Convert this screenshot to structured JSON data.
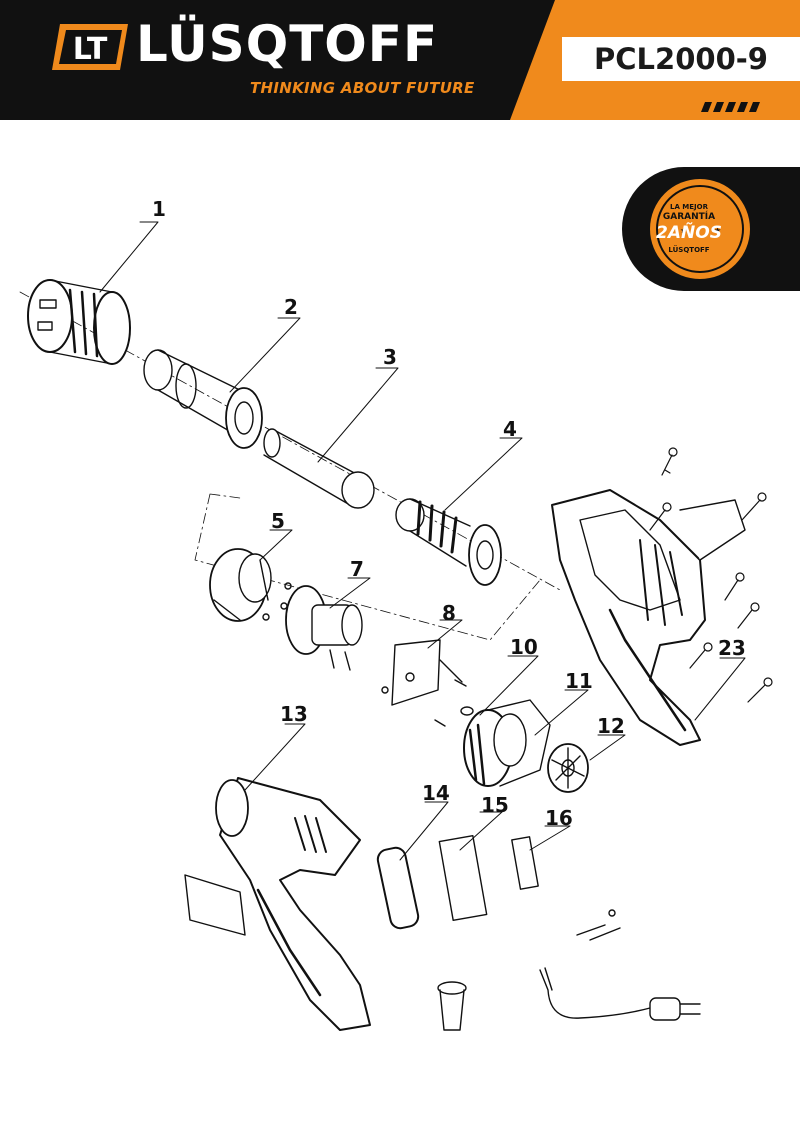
{
  "header": {
    "logo_mark": "LT",
    "brand": "LÜSQTOFF",
    "tagline": "THINKING ABOUT FUTURE",
    "model": "PCL2000-9",
    "colors": {
      "dark": "#111111",
      "accent": "#f08a1c",
      "white": "#ffffff"
    }
  },
  "badge": {
    "line1": "LA MEJOR",
    "line2": "GARANTÍA",
    "line3": "2AÑOS",
    "line4": "LÜSQTOFF"
  },
  "parts": {
    "p1": "1",
    "p2": "2",
    "p3": "3",
    "p4": "4",
    "p5": "5",
    "p7": "7",
    "p8": "8",
    "p10": "10",
    "p11": "11",
    "p12": "12",
    "p13": "13",
    "p14": "14",
    "p15": "15",
    "p16": "16",
    "p23": "23"
  }
}
